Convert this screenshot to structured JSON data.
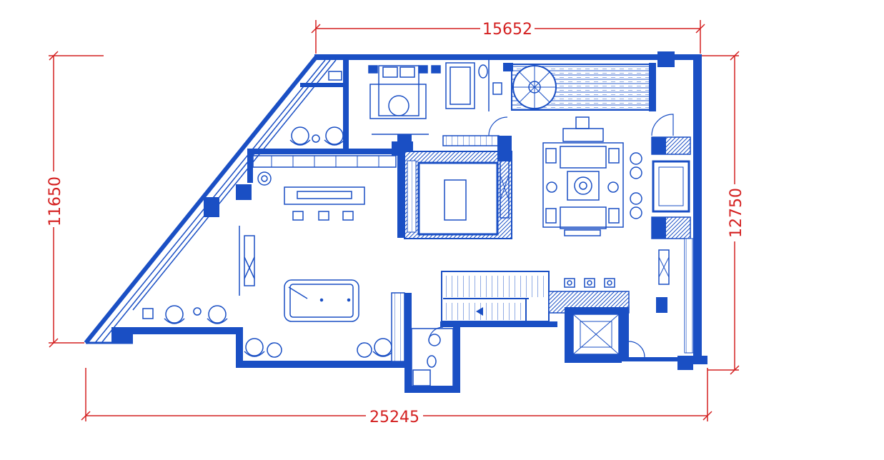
{
  "colors": {
    "wall": "#1a4fc4",
    "line": "#2458c9",
    "dimension": "#d42020",
    "background": "#ffffff"
  },
  "dimensions": {
    "top": "15652",
    "bottom": "25245",
    "left": "11650",
    "right": "12750"
  }
}
